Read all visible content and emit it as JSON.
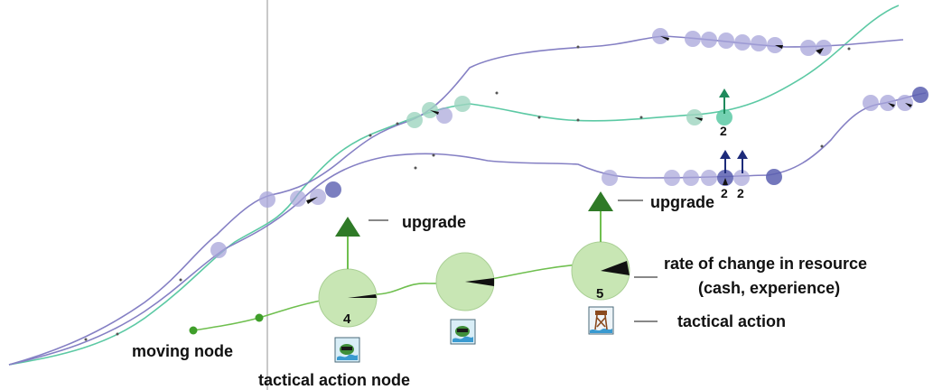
{
  "annotations": {
    "upgrade_left": "upgrade",
    "upgrade_right": "upgrade",
    "rate_line1": "rate of change in resource",
    "rate_line2": "(cash, experience)",
    "tactical_action": "tactical action",
    "moving_node": "moving node",
    "tactical_action_node": "tactical action node"
  },
  "node_numbers": {
    "node_a": "4",
    "node_c": "5",
    "teal_upgrade": "2",
    "blue_upgrade_1": "2",
    "blue_upgrade_2": "2"
  },
  "colors": {
    "teal_line": "#5cc9a4",
    "purple_line": "#8580c4",
    "green_path": "#6fbf4f",
    "node_fill": "#c8e6b4",
    "purple_node": "#a7a4d9",
    "dark_blue_node": "#5a5fb0",
    "upgrade_green": "#2f7a27",
    "teal_arrow": "#1f8a5c",
    "navy_arrow": "#1d2b7a",
    "wedge": "#111111",
    "divider": "#c9c9c9"
  },
  "icons": [
    "tactical-action-icon",
    "tower-icon"
  ]
}
